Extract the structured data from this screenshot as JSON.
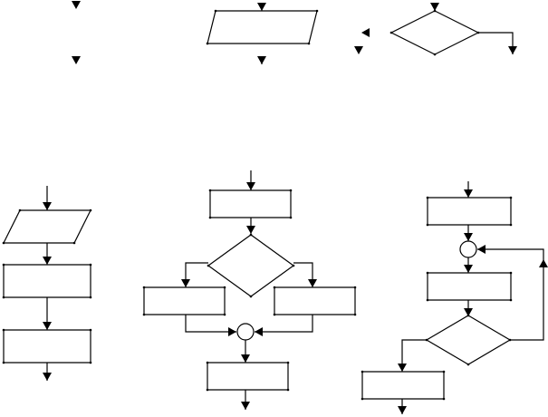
{
  "diagram": {
    "title": "",
    "labels": [],
    "stroke_color": "#000000",
    "background_color": "#ffffff",
    "shapes": [
      "input-output-parallelogram",
      "decision-diamond",
      "process-rectangle",
      "connector-circle",
      "flow-arrow"
    ],
    "panels": [
      "symbols-row",
      "linear-structure",
      "branching-structure",
      "loop-structure"
    ]
  }
}
